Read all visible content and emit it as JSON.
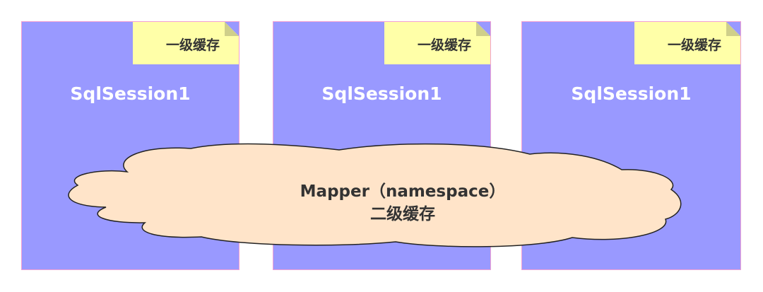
{
  "diagram": {
    "sessions": [
      {
        "title": "SqlSession1",
        "cache_label": "一级缓存"
      },
      {
        "title": "SqlSession1",
        "cache_label": "一级缓存"
      },
      {
        "title": "SqlSession1",
        "cache_label": "一级缓存"
      }
    ],
    "shared_cache": {
      "line1": "Mapper（namespace）",
      "line2": "二级缓存"
    },
    "colors": {
      "session_fill": "#9999ff",
      "session_border": "#f2a0d2",
      "note_fill": "#ffffa8",
      "cloud_fill": "#ffe4c9",
      "cloud_stroke": "#222222"
    }
  }
}
